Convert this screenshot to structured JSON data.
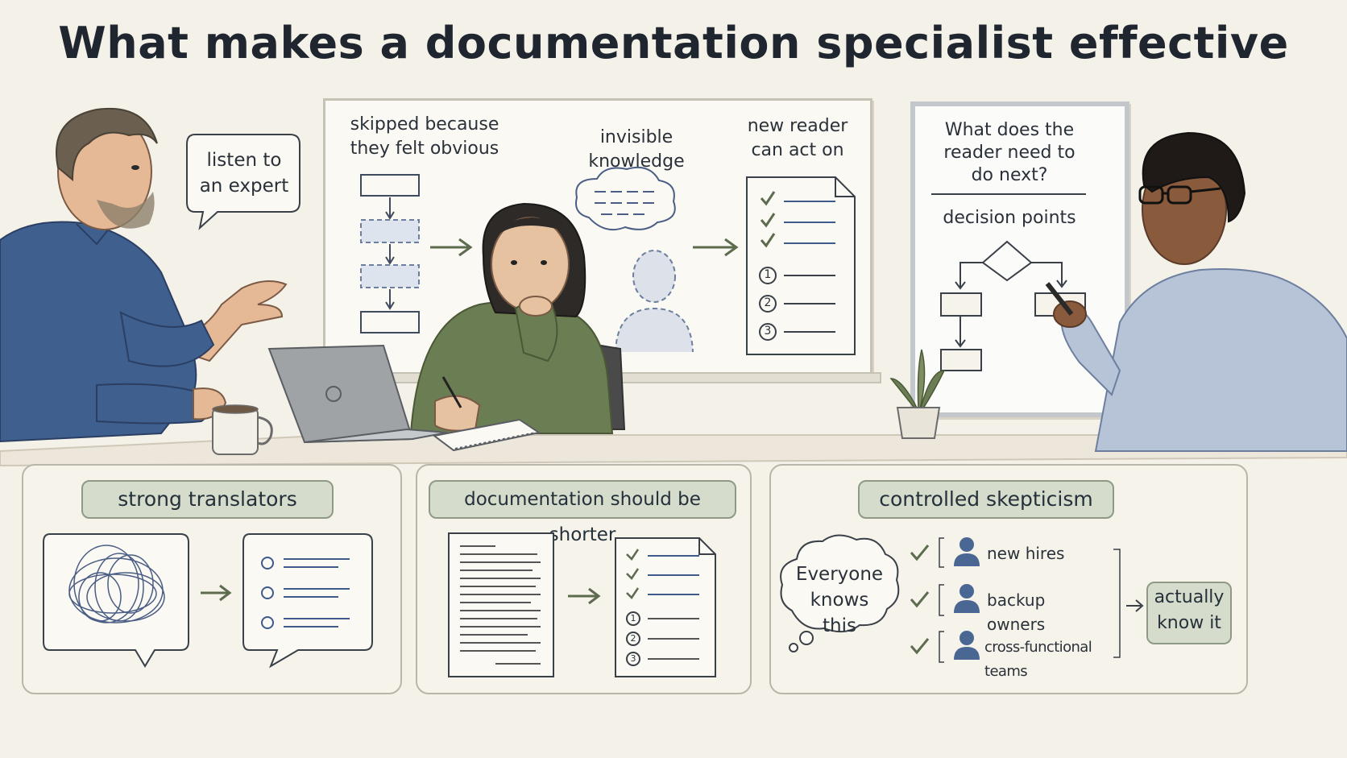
{
  "title": "What makes a documentation specialist effective",
  "speech": {
    "expert": "listen to an expert"
  },
  "board1": {
    "left_label": "skipped because they felt obvious",
    "middle_label": "invisible knowledge",
    "right_label": "new reader can act on",
    "steps": [
      "1",
      "2",
      "3"
    ]
  },
  "board2": {
    "question": "What does the reader need to do next?",
    "subtitle": "decision points"
  },
  "panels": {
    "translators": {
      "title": "strong translators"
    },
    "shorter": {
      "title": "documentation should be shorter",
      "steps": [
        "1",
        "2",
        "3"
      ]
    },
    "skepticism": {
      "title": "controlled skepticism",
      "thought": "Everyone knows this",
      "groups": [
        "new hires",
        "backup owners",
        "cross-functional teams"
      ],
      "result": "actually know it"
    }
  },
  "colors": {
    "accent_green": "#5d6b4e",
    "navy": "#3e5a8a",
    "pill_bg": "#d6dccc"
  }
}
